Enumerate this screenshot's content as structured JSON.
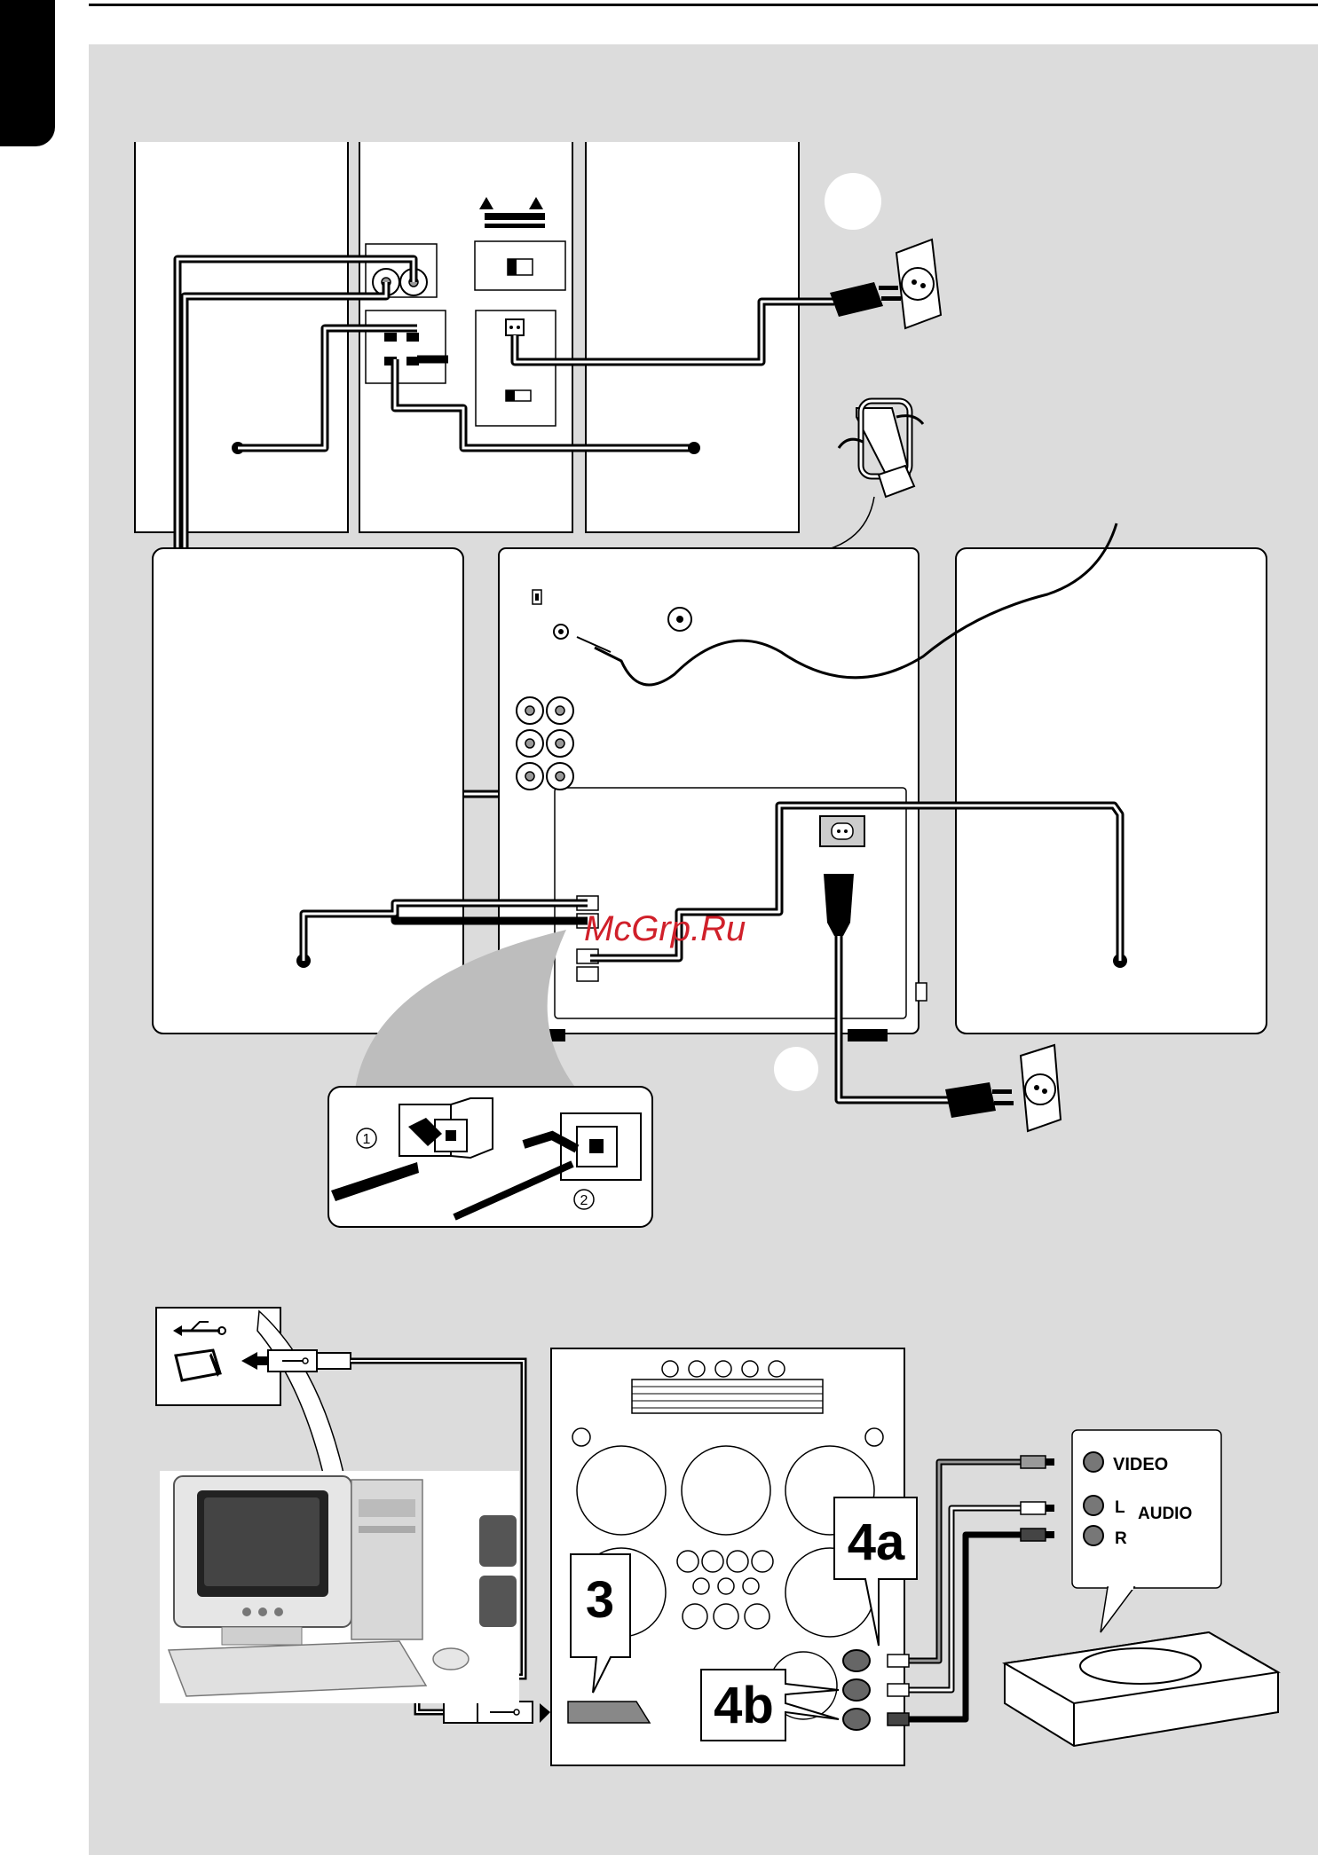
{
  "watermark": "McGrp.Ru",
  "callouts": {
    "step3": "3",
    "step4a": "4a",
    "step4b": "4b"
  },
  "steps": {
    "clip_step_1": "1",
    "clip_step_2": "2"
  },
  "av_device": {
    "video": "VIDEO",
    "left": "L",
    "right": "R",
    "audio": "AUDIO"
  },
  "icons": [
    "usb-icon",
    "power-plug-icon",
    "wall-socket-icon",
    "loop-antenna-icon",
    "rca-plug-icon",
    "speaker-wire-icon"
  ],
  "colors": {
    "panel_bg": "#dcdcdc",
    "line": "#000000",
    "device_fill": "#ffffff",
    "watermark": "#d0202a"
  }
}
